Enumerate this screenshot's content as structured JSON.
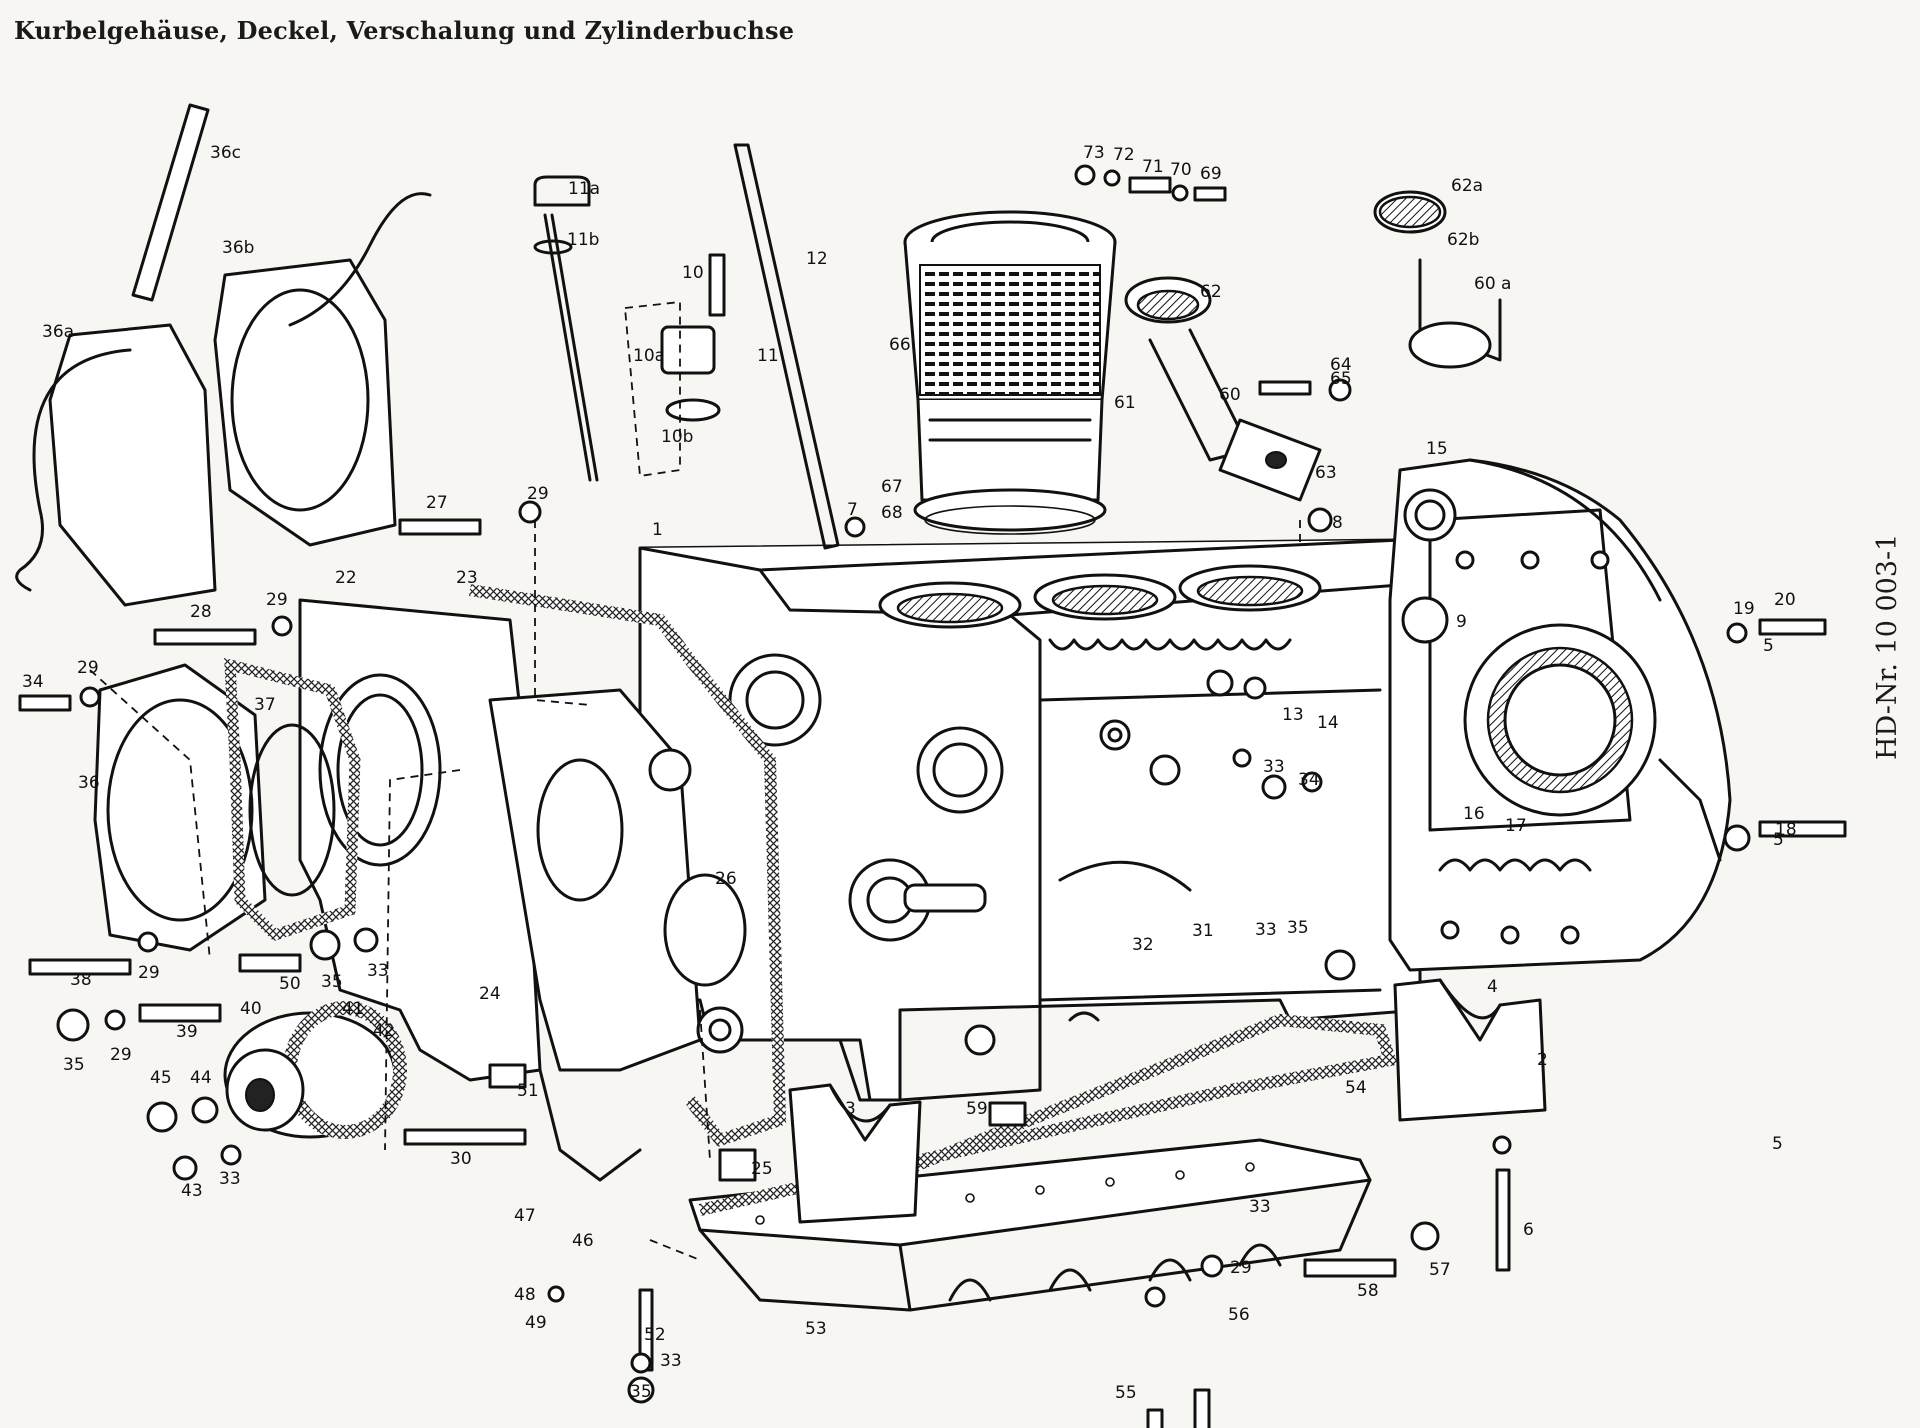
{
  "title": "Kurbelgehäuse, Deckel, Verschalung und Zylinderbuchse",
  "document_number": "HD-Nr. 10 003-1",
  "part_labels": [
    "1",
    "2",
    "3",
    "4",
    "5",
    "5",
    "5",
    "6",
    "7",
    "8",
    "9",
    "10",
    "10a",
    "10b",
    "11",
    "11a",
    "11b",
    "12",
    "13",
    "14",
    "15",
    "16",
    "17",
    "18",
    "19",
    "20",
    "22",
    "23",
    "24",
    "25",
    "26",
    "27",
    "28",
    "29",
    "29",
    "29",
    "29",
    "29",
    "29",
    "30",
    "31",
    "32",
    "33",
    "33",
    "33",
    "33",
    "33",
    "33",
    "34",
    "34",
    "35",
    "35",
    "35",
    "35",
    "36",
    "36a",
    "36b",
    "36c",
    "37",
    "38",
    "39",
    "40",
    "41",
    "42",
    "43",
    "44",
    "45",
    "46",
    "47",
    "48",
    "49",
    "50",
    "51",
    "52",
    "53",
    "54",
    "55",
    "56",
    "57",
    "58",
    "59",
    "60",
    "60 a",
    "61",
    "62",
    "62a",
    "62b",
    "63",
    "64",
    "65",
    "66",
    "67",
    "68",
    "69",
    "70",
    "71",
    "72",
    "73"
  ]
}
